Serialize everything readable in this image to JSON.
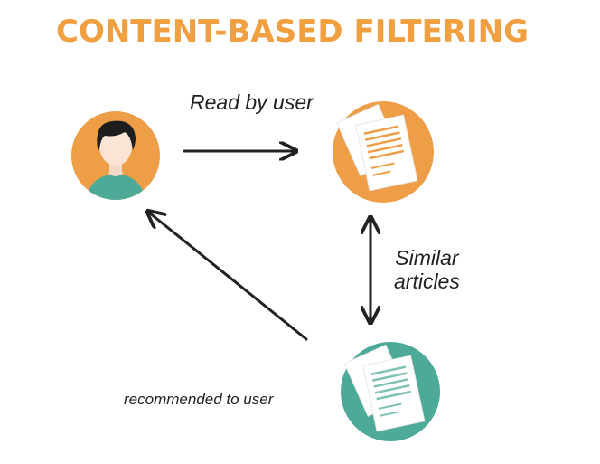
{
  "title": "CONTENT-BASED FILTERING",
  "labels": {
    "read_by_user": "Read by user",
    "similar_line1": "Similar",
    "similar_line2": "articles",
    "recommended_to_user": "recommended to user"
  },
  "colors": {
    "title": "#F0A040",
    "orange_circle": "#EE9E47",
    "teal_circle": "#4EAA98",
    "arrow": "#222222",
    "doc_line": "#EE9E47",
    "doc_line_teal": "#7FC2B4"
  },
  "nodes": [
    {
      "id": "user",
      "icon": "user-avatar-icon"
    },
    {
      "id": "read-articles",
      "icon": "documents-icon"
    },
    {
      "id": "similar-articles",
      "icon": "documents-icon"
    }
  ]
}
